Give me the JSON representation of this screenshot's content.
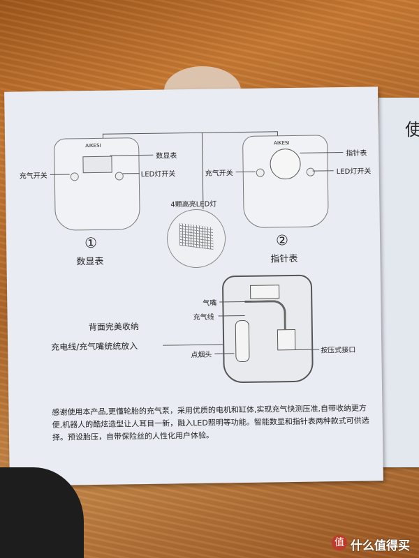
{
  "manual": {
    "model1": {
      "label_display": "数显表",
      "label_power": "充气开关",
      "label_led": "LED灯开关",
      "number": "①",
      "caption": "数显表"
    },
    "model2": {
      "label_gauge": "指针表",
      "label_power": "充气开关",
      "label_led": "LED灯开关",
      "number": "②",
      "caption": "指针表"
    },
    "led_label": "4颗高亮LED灯",
    "back": {
      "nozzle": "气嘴",
      "hose": "充气线",
      "plug": "点烟头",
      "connector": "按压式接口",
      "storage_title": "背面完美收纳",
      "storage_sub": "充电线/充气嘴统统放入"
    },
    "description": "感谢使用本产品,更懂轮胎的充气泵，采用优质的电机和缸体,实现充气快测压准,自带收纳更方便,机器人的酷炫造型让人耳目一新，融入LED照明等功能。智能数显和指针表两种款式可供选择。预设胎压，自带保险丝的人性化用户体验。",
    "brand": "AIKESI"
  },
  "edge_char": "使",
  "watermark": "什么值得买",
  "watermark_logo": "值"
}
